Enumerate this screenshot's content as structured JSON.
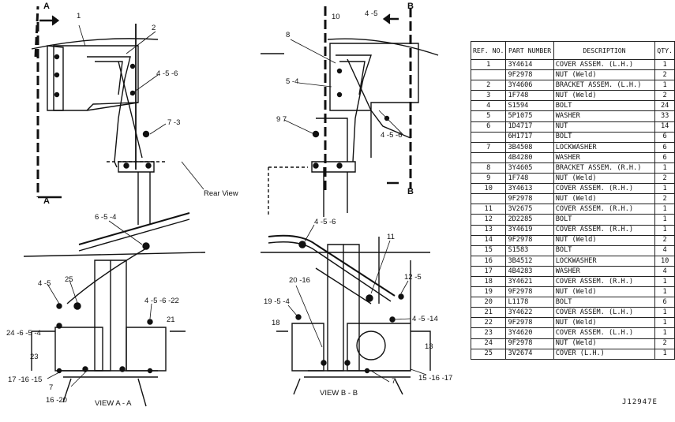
{
  "callouts": {
    "top_left": [
      "1",
      "2",
      "4 -5 -6",
      "7 -3"
    ],
    "top_right": [
      "10",
      "4 -5",
      "8",
      "5 -4",
      "9 7",
      "4 -5 -6"
    ],
    "section_marks": [
      "A",
      "A",
      "B",
      "B"
    ],
    "rear_view": "Rear View",
    "view_a": [
      "6 -5 -4",
      "4 -5",
      "25",
      "4 -5 -6 -22",
      "21",
      "24 -6 -5 -4",
      "23",
      "17 -16 -15",
      "7",
      "16 -20"
    ],
    "view_b": [
      "4 -5 -6",
      "11",
      "20 -16",
      "12 -5",
      "19 -5 -4",
      "4 -5 -14",
      "18",
      "13",
      "15 -16 -17",
      "7"
    ],
    "view_a_title": "VIEW A - A",
    "view_b_title": "VIEW B - B"
  },
  "table": {
    "headers": {
      "ref": "REF. NO.",
      "part": "PART NUMBER",
      "desc": "DESCRIPTION",
      "qty": "QTY."
    },
    "rows": [
      {
        "ref": "1",
        "pn": "3Y4614",
        "desc": "COVER ASSEM. (L.H.)",
        "qty": "1"
      },
      {
        "ref": "",
        "pn": "9F2978",
        "desc": "NUT (Weld)",
        "qty": "2"
      },
      {
        "ref": "2",
        "pn": "3Y4606",
        "desc": "BRACKET ASSEM. (L.H.)",
        "qty": "1"
      },
      {
        "ref": "3",
        "pn": "1F748",
        "desc": "NUT (Weld)",
        "qty": "2"
      },
      {
        "ref": "4",
        "pn": "S1594",
        "desc": "BOLT",
        "qty": "24"
      },
      {
        "ref": "5",
        "pn": "5P1075",
        "desc": "WASHER",
        "qty": "33"
      },
      {
        "ref": "6",
        "pn": "1D4717",
        "desc": "NUT",
        "qty": "14"
      },
      {
        "ref": "",
        "pn": "6H1717",
        "desc": "BOLT",
        "qty": "6"
      },
      {
        "ref": "7",
        "pn": "3B4508",
        "desc": "LOCKWASHER",
        "qty": "6"
      },
      {
        "ref": "",
        "pn": "4B4280",
        "desc": "WASHER",
        "qty": "6"
      },
      {
        "ref": "8",
        "pn": "3Y4605",
        "desc": "BRACKET ASSEM. (R.H.)",
        "qty": "1"
      },
      {
        "ref": "9",
        "pn": "1F748",
        "desc": "NUT (Weld)",
        "qty": "2"
      },
      {
        "ref": "10",
        "pn": "3Y4613",
        "desc": "COVER ASSEM. (R.H.)",
        "qty": "1"
      },
      {
        "ref": "",
        "pn": "9F2978",
        "desc": "NUT (Weld)",
        "qty": "2"
      },
      {
        "ref": "11",
        "pn": "3V2675",
        "desc": "COVER ASSEM. (R.H.)",
        "qty": "1"
      },
      {
        "ref": "12",
        "pn": "2D2285",
        "desc": "BOLT",
        "qty": "1"
      },
      {
        "ref": "13",
        "pn": "3Y4619",
        "desc": "COVER ASSEM. (R.H.)",
        "qty": "1"
      },
      {
        "ref": "14",
        "pn": "9F2978",
        "desc": "NUT (Weld)",
        "qty": "2"
      },
      {
        "ref": "15",
        "pn": "S1583",
        "desc": "BOLT",
        "qty": "4"
      },
      {
        "ref": "16",
        "pn": "3B4512",
        "desc": "LOCKWASHER",
        "qty": "10"
      },
      {
        "ref": "17",
        "pn": "4B4283",
        "desc": "WASHER",
        "qty": "4"
      },
      {
        "ref": "18",
        "pn": "3Y4621",
        "desc": "COVER ASSEM. (R.H.)",
        "qty": "1"
      },
      {
        "ref": "19",
        "pn": "9F2978",
        "desc": "NUT (Weld)",
        "qty": "1"
      },
      {
        "ref": "20",
        "pn": "L1178",
        "desc": "BOLT",
        "qty": "6"
      },
      {
        "ref": "21",
        "pn": "3Y4622",
        "desc": "COVER ASSEM. (L.H.)",
        "qty": "1"
      },
      {
        "ref": "22",
        "pn": "9F2978",
        "desc": "NUT (Weld)",
        "qty": "1"
      },
      {
        "ref": "23",
        "pn": "3Y4620",
        "desc": "COVER ASSEM. (L.H.)",
        "qty": "1"
      },
      {
        "ref": "24",
        "pn": "9F2978",
        "desc": "NUT (Weld)",
        "qty": "2"
      },
      {
        "ref": "25",
        "pn": "3V2674",
        "desc": "COVER (L.H.)",
        "qty": "1"
      }
    ]
  },
  "drawing_number": "J12947E"
}
